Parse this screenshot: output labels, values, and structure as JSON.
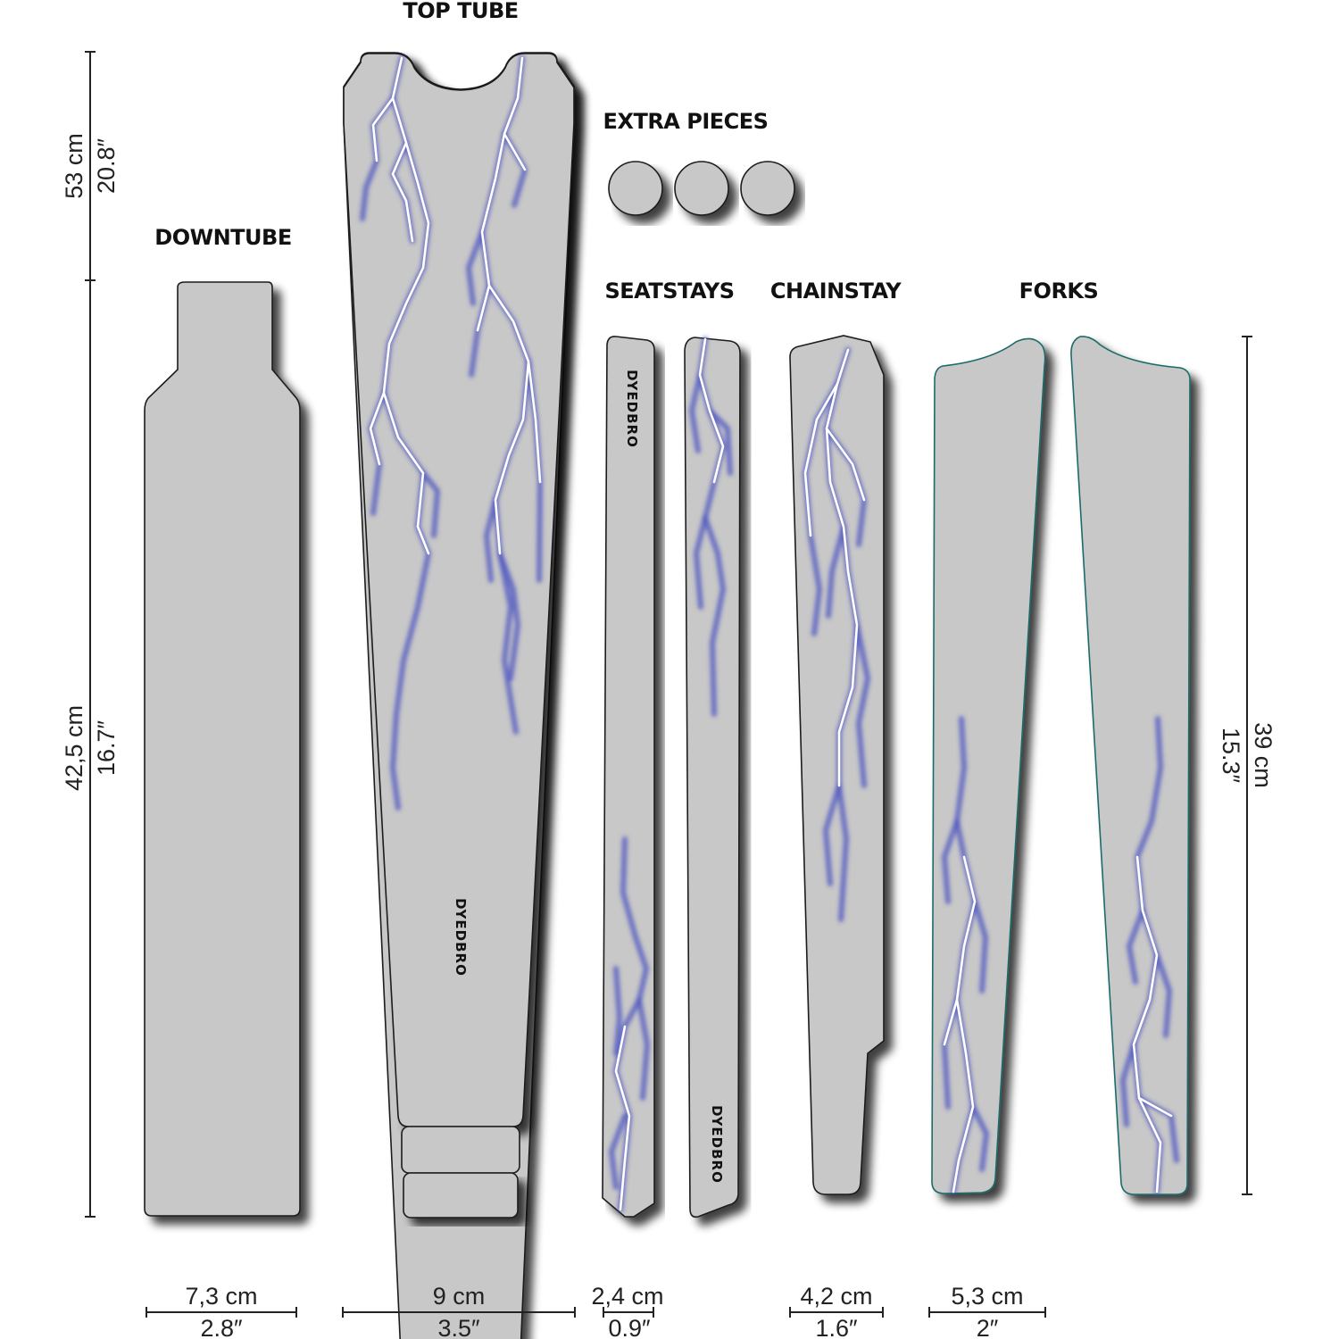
{
  "labels": {
    "top_tube": "TOP TUBE",
    "extra_pieces": "EXTRA PIECES",
    "downtube": "DOWNTUBE",
    "seatstays": "SEATSTAYS",
    "chainstay": "CHAINSTAY",
    "forks": "FORKS"
  },
  "brand": "DYEDBRO",
  "vertical_dims": {
    "top_cm": "53 cm",
    "top_in": "20.8″",
    "down_cm": "42,5 cm",
    "down_in": "16.7″",
    "fork_cm": "39 cm",
    "fork_in": "15.3″"
  },
  "width_dims": [
    {
      "cm": "7,3 cm",
      "in": "2.8″"
    },
    {
      "cm": "9 cm",
      "in": "3.5″"
    },
    {
      "cm": "2,4 cm",
      "in": "0.9″"
    },
    {
      "cm": "4,2 cm",
      "in": "1.6″"
    },
    {
      "cm": "5,3 cm",
      "in": "2″"
    }
  ],
  "colors": {
    "piece_fill": "#c8c8c8",
    "bolt_glow": "#4b52c0",
    "bolt_core": "#ffffff"
  }
}
